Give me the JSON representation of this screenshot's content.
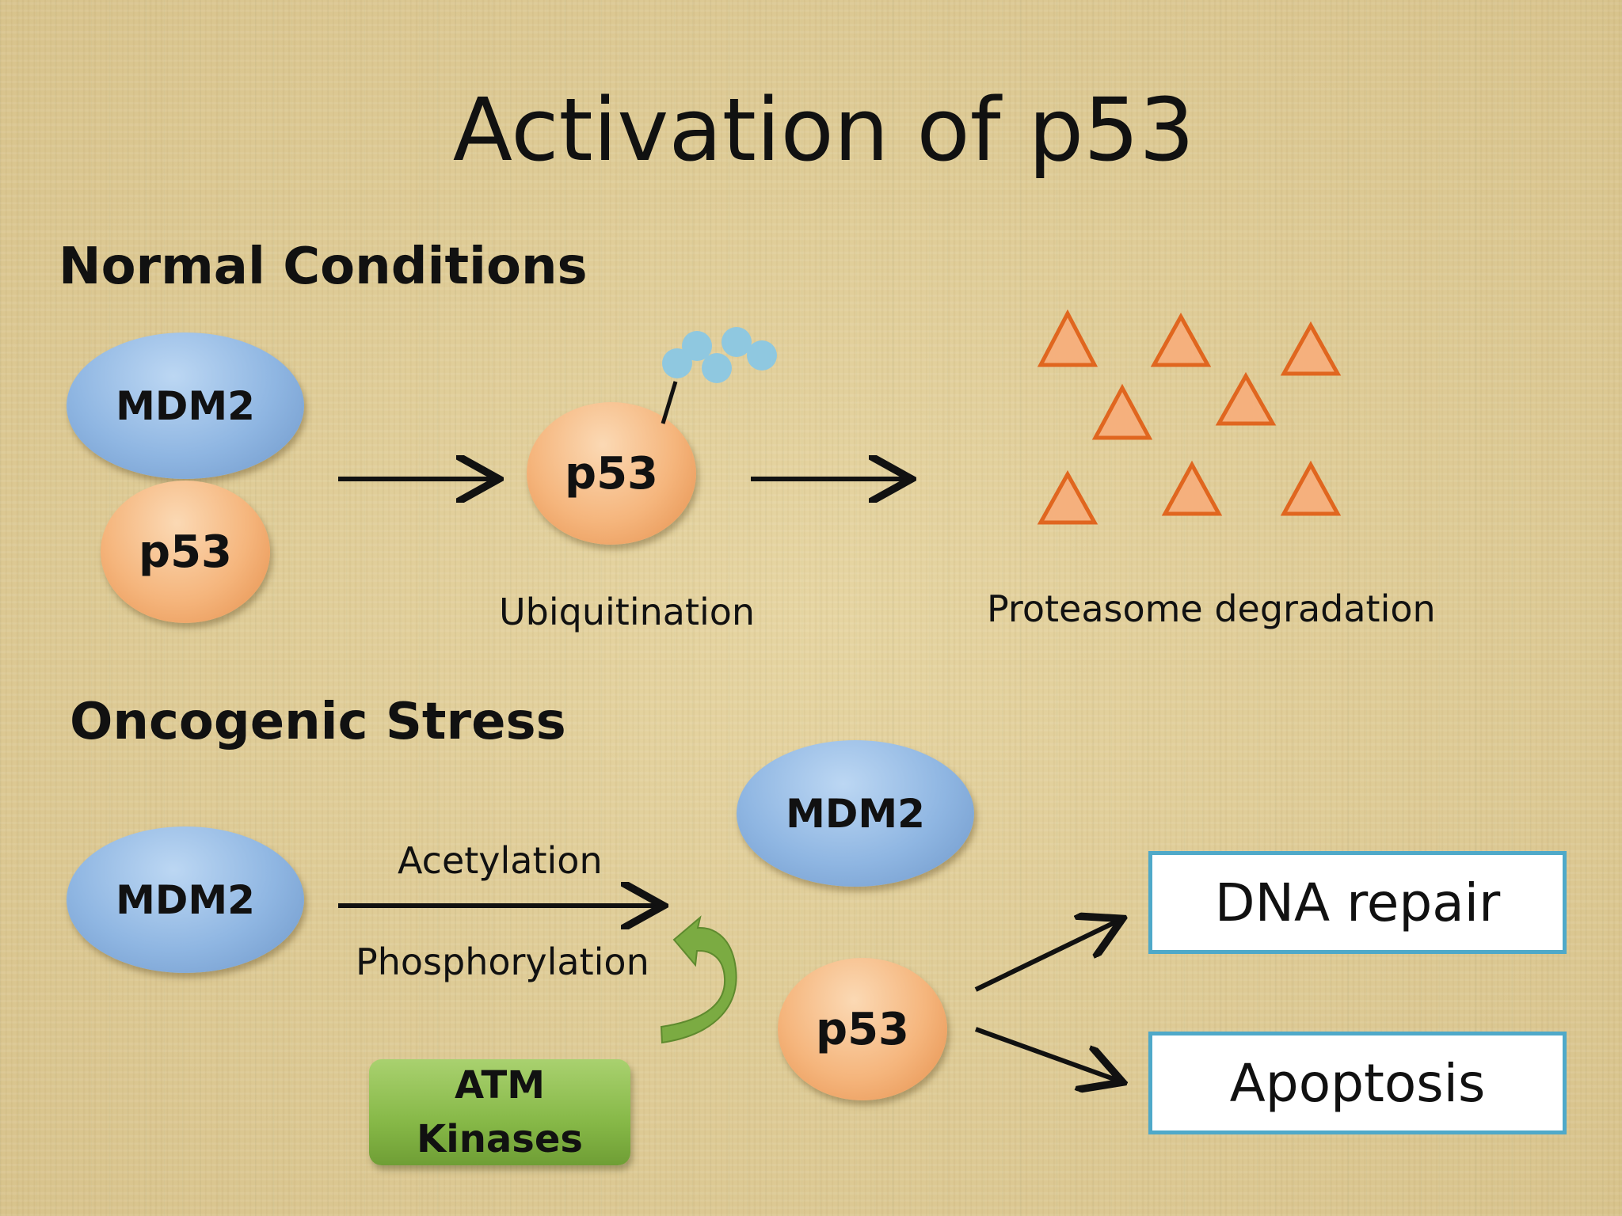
{
  "title": "Activation of p53",
  "normal": {
    "heading": "Normal Conditions",
    "mdm2": "MDM2",
    "p53_bound": "p53",
    "p53_ub": "p53",
    "ubiquitination": "Ubiquitination",
    "degradation": "Proteasome degradation"
  },
  "stress": {
    "heading": "Oncogenic Stress",
    "mdm2_left": "MDM2",
    "acetylation": "Acetylation",
    "phosphorylation": "Phosphorylation",
    "mdm2_right": "MDM2",
    "p53": "p53",
    "atm_line1": "ATM",
    "atm_line2": "Kinases",
    "dna_repair": "DNA repair",
    "apoptosis": "Apoptosis"
  },
  "colors": {
    "mdm2": "#8fb6e2",
    "p53": "#f5b57c",
    "fragment_fill": "#f5b07d",
    "fragment_stroke": "#e0661f",
    "ubiquitin": "#8fc8e0",
    "atm": "#86b847",
    "outcome_border": "#4fa9c9"
  }
}
